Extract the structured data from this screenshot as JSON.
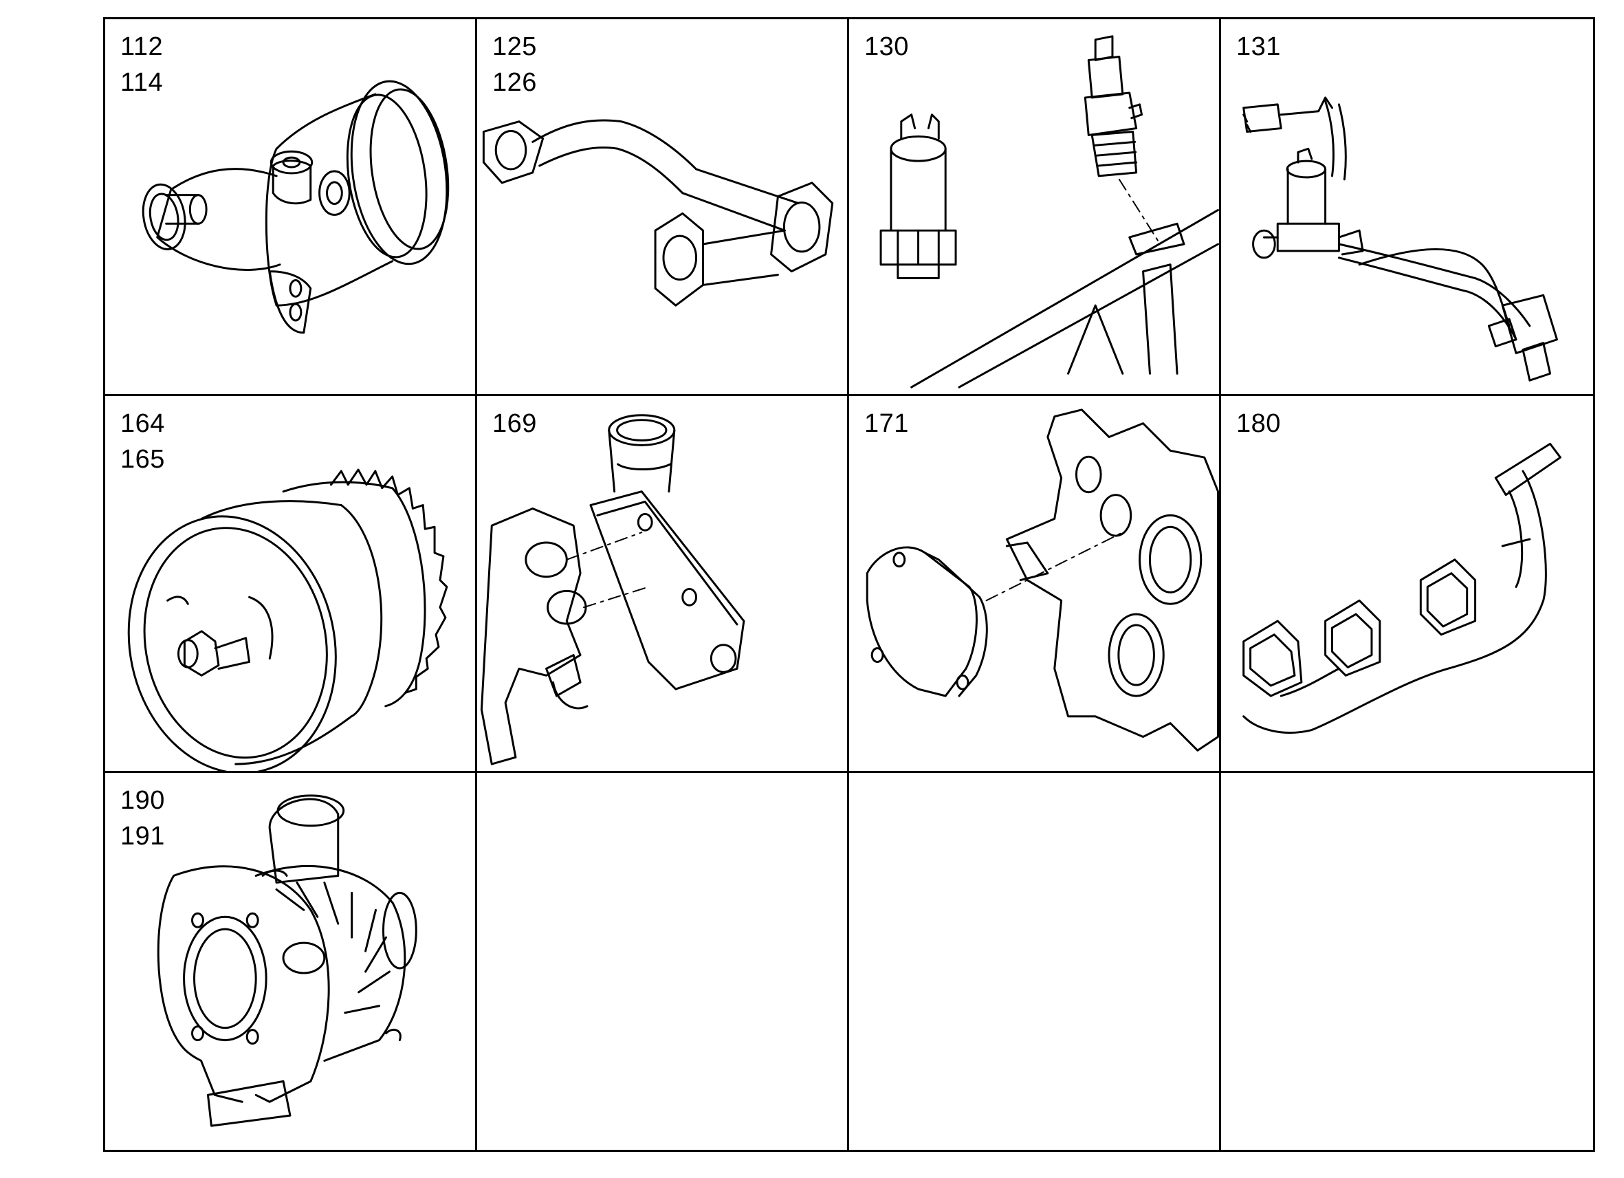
{
  "cells": [
    {
      "labels": [
        "112",
        "114"
      ],
      "part_icon": "coolant-elbow-housing-icon"
    },
    {
      "labels": [
        "125",
        "126"
      ],
      "part_icon": "coolant-pipe-icon"
    },
    {
      "labels": [
        "130"
      ],
      "part_icon": "glow-plug-icon"
    },
    {
      "labels": [
        "131"
      ],
      "part_icon": "sensor-harness-icon"
    },
    {
      "labels": [
        "164",
        "165"
      ],
      "part_icon": "fan-pulley-icon"
    },
    {
      "labels": [
        "169"
      ],
      "part_icon": "thermostat-housing-icon"
    },
    {
      "labels": [
        "171"
      ],
      "part_icon": "timing-cover-icon"
    },
    {
      "labels": [
        "180"
      ],
      "part_icon": "exhaust-manifold-icon"
    },
    {
      "labels": [
        "190",
        "191"
      ],
      "part_icon": "turbocharger-icon"
    },
    {
      "labels": [],
      "part_icon": ""
    },
    {
      "labels": [],
      "part_icon": ""
    },
    {
      "labels": [],
      "part_icon": ""
    }
  ]
}
